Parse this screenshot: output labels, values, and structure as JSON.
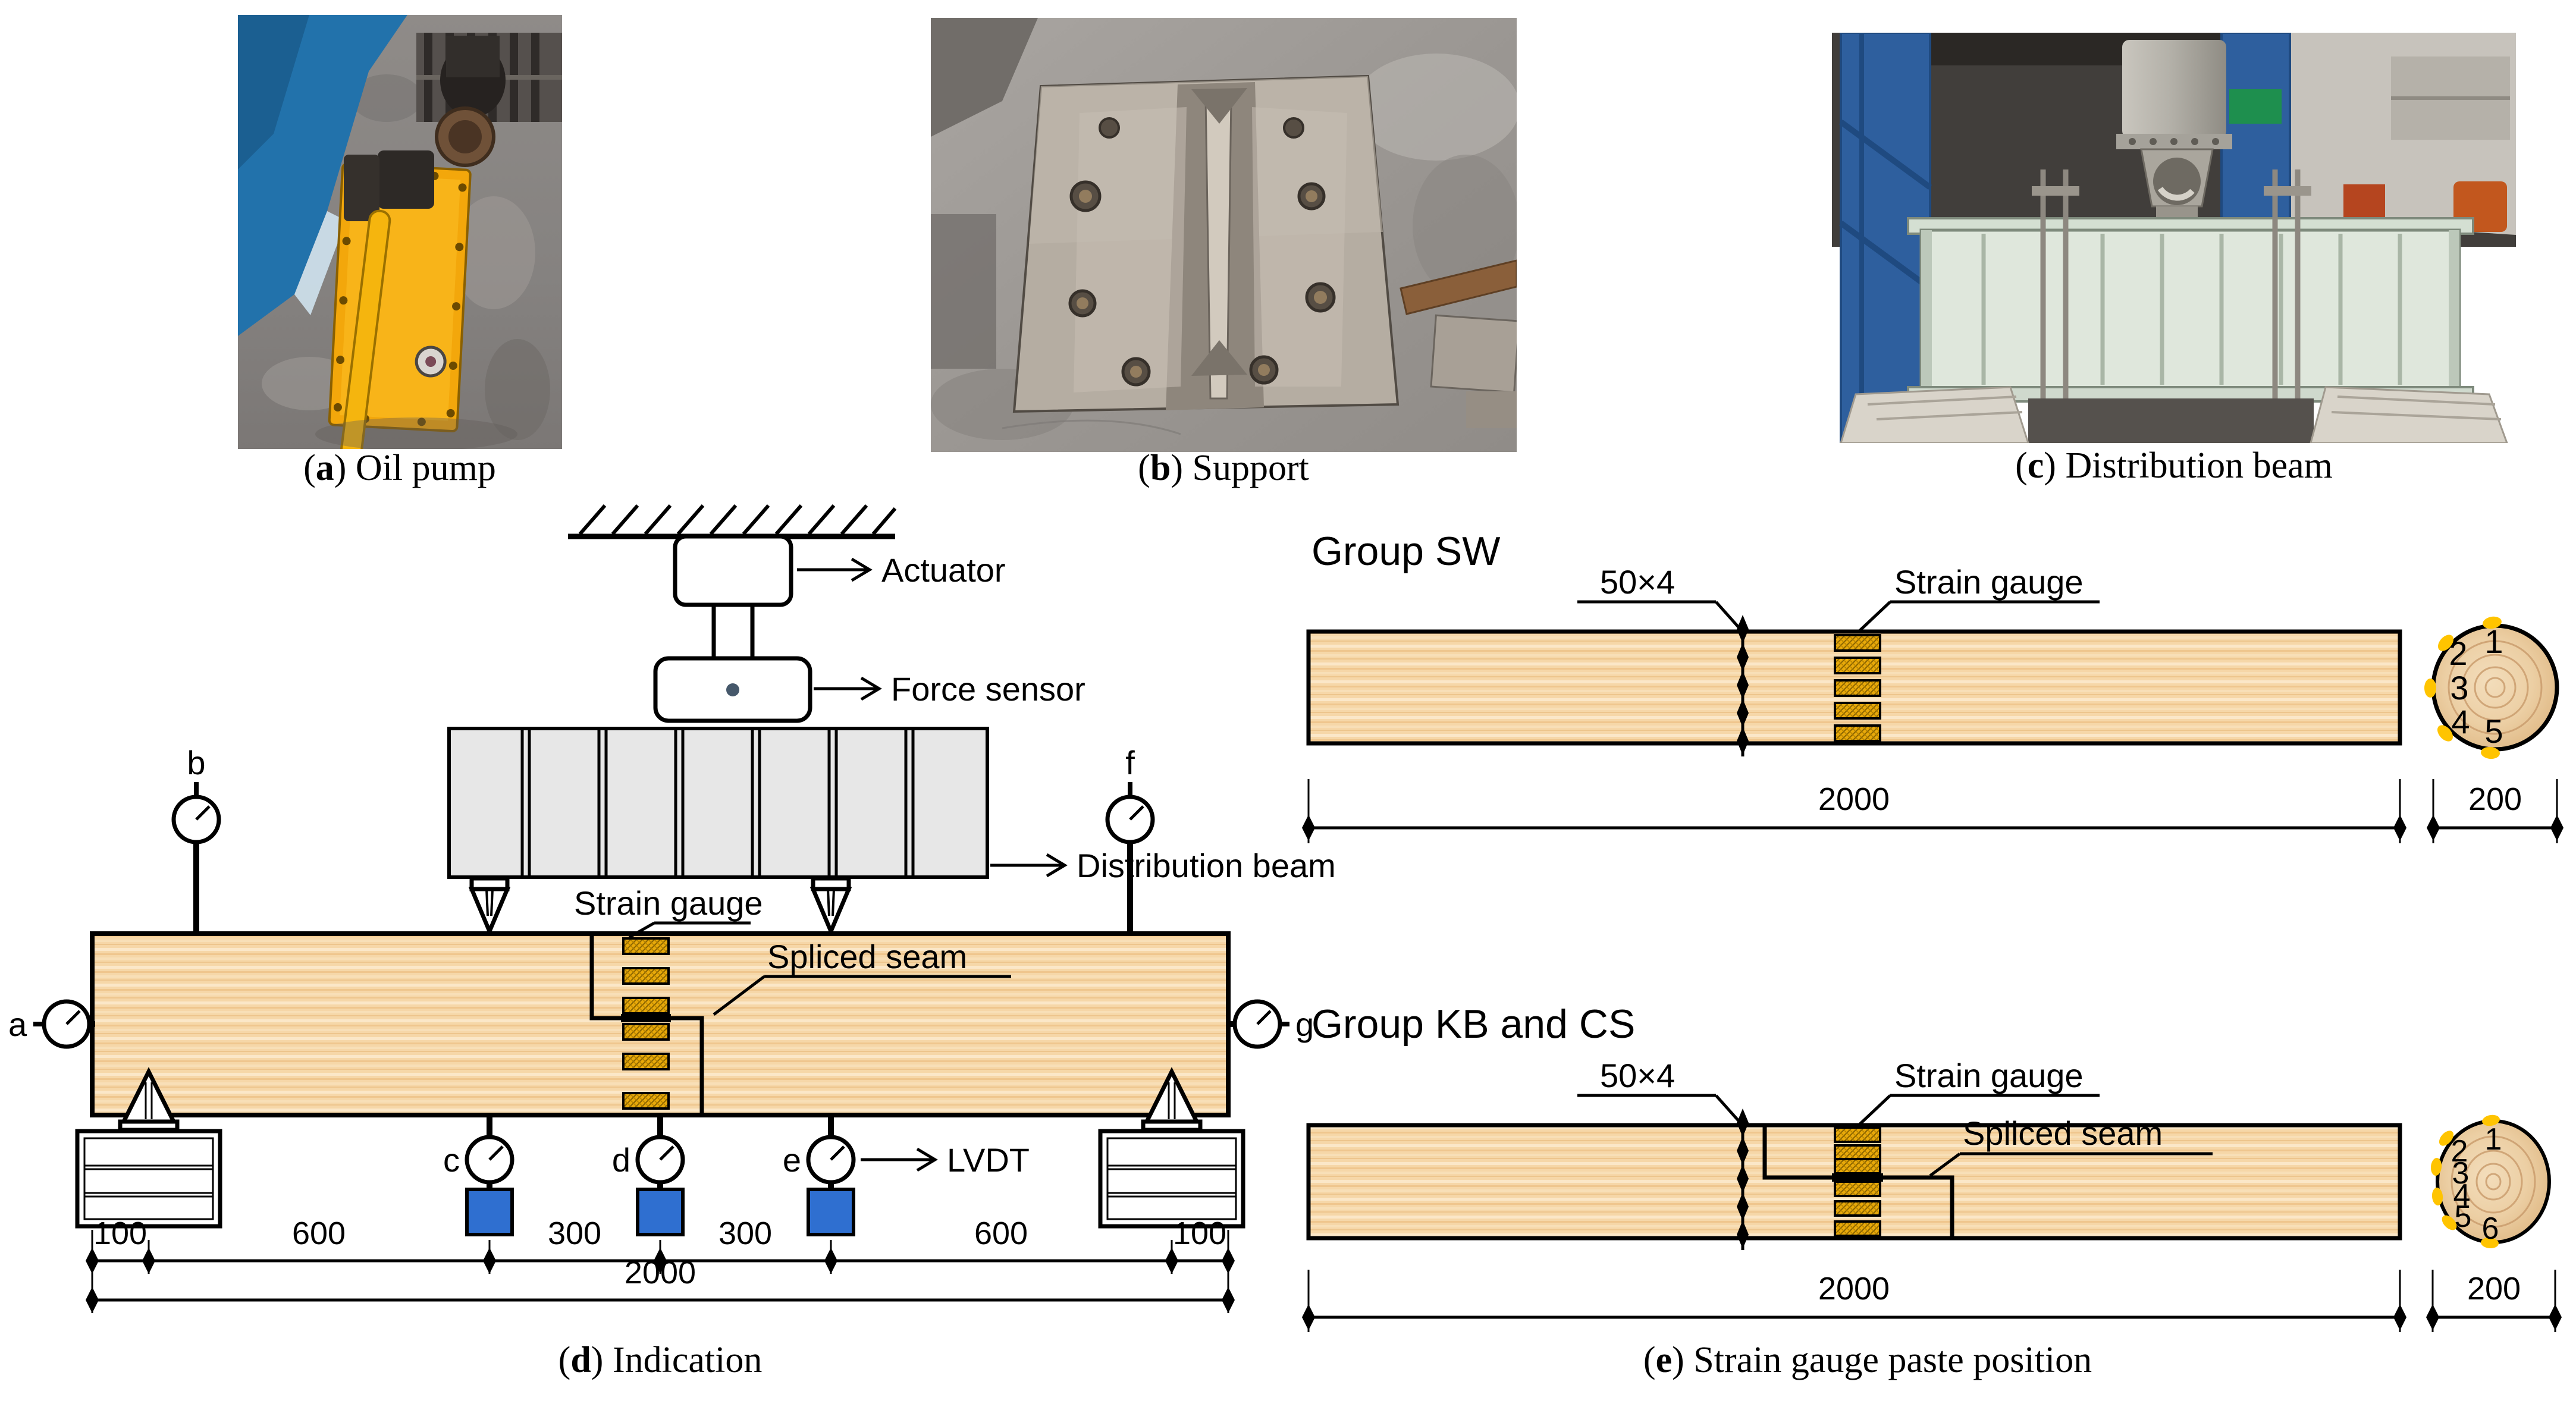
{
  "photos": {
    "a": {
      "letter": "a",
      "label": "Oil pump"
    },
    "b": {
      "letter": "b",
      "label": "Support"
    },
    "c": {
      "letter": "c",
      "label": "Distribution beam"
    }
  },
  "captions": {
    "open": "(",
    "close": ")",
    "d": {
      "letter": "d",
      "label": "Indication"
    },
    "e": {
      "letter": "e",
      "label": "Strain gauge paste position"
    }
  },
  "d": {
    "labels": {
      "actuator": "Actuator",
      "force_sensor": "Force sensor",
      "distribution_beam": "Distribution beam",
      "strain_gauge": "Strain gauge",
      "spliced_seam": "Spliced seam",
      "lvdt": "LVDT"
    },
    "gauge_letters": {
      "a": "a",
      "b": "b",
      "c": "c",
      "d": "d",
      "e": "e",
      "f": "f",
      "g": "g"
    },
    "dims": [
      "100",
      "600",
      "300",
      "300",
      "600",
      "100"
    ],
    "total": "2000"
  },
  "sw": {
    "title": "Group SW",
    "joint": "50×4",
    "strain": "Strain gauge",
    "length": "2000",
    "section": "200",
    "points": [
      "1",
      "2",
      "3",
      "4",
      "5"
    ]
  },
  "kb": {
    "title": "Group KB and CS",
    "joint": "50×4",
    "strain": "Strain gauge",
    "seam": "Spliced seam",
    "length": "2000",
    "section": "200",
    "points": [
      "1",
      "2",
      "3",
      "4",
      "5",
      "6"
    ]
  },
  "colors": {
    "wood": "#f6d7a8",
    "gauge_orange": "#e8a90a",
    "gauge_dot": "#ffc400",
    "lvdt_blue": "#2f6fd0",
    "beam_gray": "#e7e7e7",
    "pump_yellow": "#f3a70b",
    "frame_blue": "#2e5f9e"
  }
}
